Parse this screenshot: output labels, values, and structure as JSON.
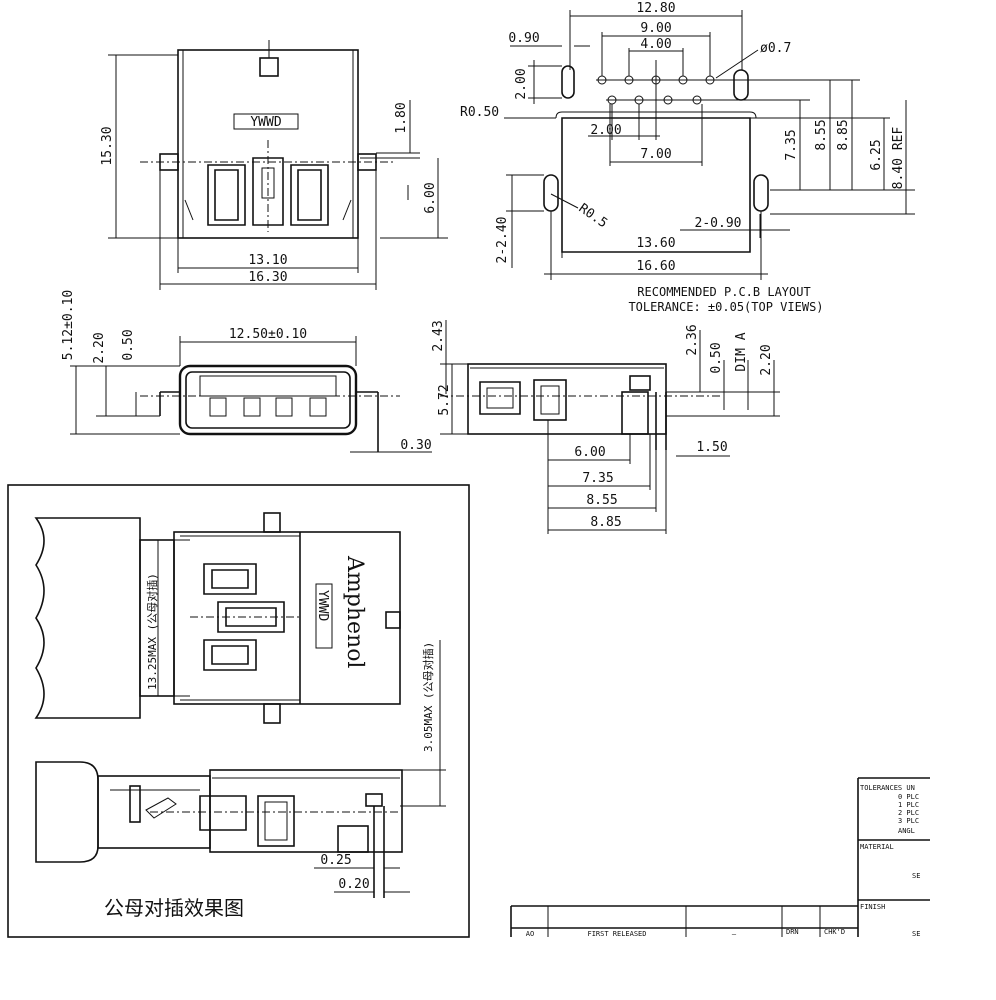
{
  "top_view": {
    "marking": "YWWD",
    "dim_height": "15.30",
    "dim_180": "1.80",
    "dim_600": "6.00",
    "dim_1310": "13.10",
    "dim_1630": "16.30"
  },
  "pcb_layout": {
    "dim_1280": "12.80",
    "dim_900": "9.00",
    "dim_400": "4.00",
    "dim_090": "0.90",
    "dim_200_v": "2.00",
    "hole_dia": "ø0.7",
    "radius_050": "R0.50",
    "dim_200_h": "2.00",
    "dim_700": "7.00",
    "dim_735": "7.35",
    "dim_855": "8.55",
    "dim_885": "8.85",
    "dim_625": "6.25",
    "dim_840": "8.40 REF",
    "radius_05": "R0.5",
    "dim_2_240": "2-2.40",
    "dim_2_090": "2-0.90",
    "dim_1360": "13.60",
    "dim_1660": "16.60",
    "caption_line1": "RECOMMENDED P.C.B LAYOUT",
    "caption_line2": "TOLERANCE: ±0.05(TOP VIEWS)"
  },
  "front_view": {
    "dim_width": "12.50±0.10",
    "dim_512": "5.12±0.10",
    "dim_220": "2.20",
    "dim_050": "0.50",
    "dim_030": "0.30"
  },
  "side_view": {
    "dim_243": "2.43",
    "dim_572": "5.72",
    "dim_236": "2.36",
    "dim_050": "0.50",
    "dim_a": "DIM A",
    "dim_220": "2.20",
    "dim_600": "6.00",
    "dim_150": "1.50",
    "dim_735": "7.35",
    "dim_855": "8.55",
    "dim_885": "8.85"
  },
  "mating_box": {
    "brand": "Amphenol",
    "marking": "YWWD",
    "dim_1325": "13.25MAX (公母对插)",
    "dim_305": "3.05MAX (公母对插)",
    "dim_025": "0.25",
    "dim_020": "0.20",
    "caption": "公母对插效果图"
  },
  "title_block": {
    "tolerance": "TOLERANCES UN",
    "plc0": "0 PLC",
    "plc1": "1 PLC",
    "plc2": "2 PLC",
    "plc3": "3 PLC",
    "angle": "ANGL",
    "material": "MATERIAL",
    "finish": "FINISH",
    "se1": "SE",
    "se2": "SE",
    "rev_ao": "AO",
    "rev_desc": "FIRST RELEASED",
    "rev_dash": "—",
    "rev_dwn": "DRN",
    "rev_chk": "CHK'D"
  }
}
